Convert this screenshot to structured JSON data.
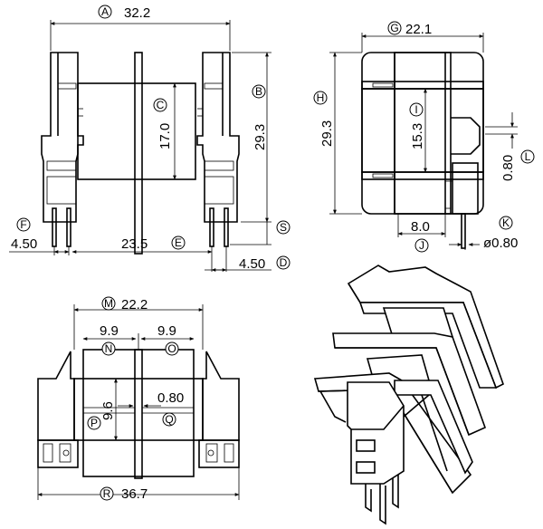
{
  "dimensions": [
    {
      "label": "A",
      "value": "32.2"
    },
    {
      "label": "B",
      "value": "29.3"
    },
    {
      "label": "C",
      "value": "17.0"
    },
    {
      "label": "D",
      "value": "4.50"
    },
    {
      "label": "E",
      "value": "23.5"
    },
    {
      "label": "F",
      "value": "4.50"
    },
    {
      "label": "G",
      "value": "22.1"
    },
    {
      "label": "H",
      "value": "29.3"
    },
    {
      "label": "I",
      "value": "15.3"
    },
    {
      "label": "J",
      "value": "8.0"
    },
    {
      "label": "K",
      "value": "ø0.80"
    },
    {
      "label": "L",
      "value": "0.80"
    },
    {
      "label": "M",
      "value": "22.2"
    },
    {
      "label": "N",
      "value": "9.9"
    },
    {
      "label": "O",
      "value": "9.9"
    },
    {
      "label": "P",
      "value": "9.6"
    },
    {
      "label": "Q",
      "value": "0.80"
    },
    {
      "label": "R",
      "value": "36.7"
    },
    {
      "label": "S",
      "value": ""
    }
  ]
}
